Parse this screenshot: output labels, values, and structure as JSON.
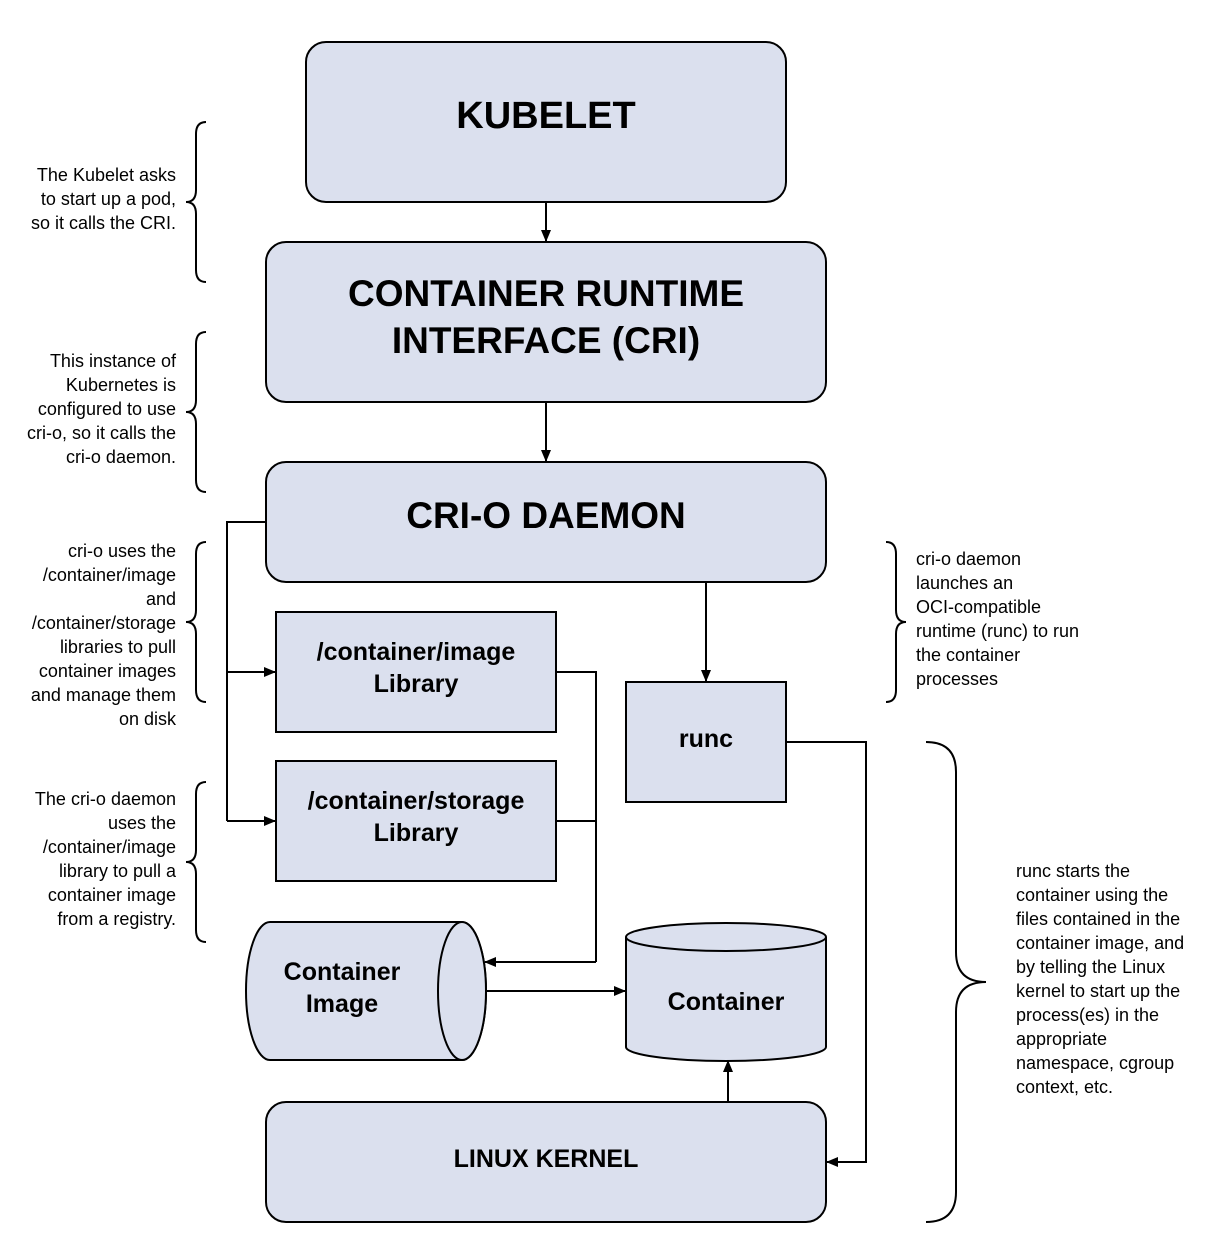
{
  "colors": {
    "box_fill": "#dbe0ee",
    "stroke": "#000000",
    "background": "#ffffff"
  },
  "nodes": {
    "kubelet": "KUBELET",
    "cri": [
      "CONTAINER RUNTIME",
      "INTERFACE (CRI)"
    ],
    "crio_daemon": "CRI-O DAEMON",
    "image_library": [
      "/container/image",
      "Library"
    ],
    "storage_library": [
      "/container/storage",
      "Library"
    ],
    "runc": "runc",
    "container_image": [
      "Container",
      "Image"
    ],
    "container": "Container",
    "linux_kernel": "LINUX KERNEL"
  },
  "annotations": {
    "kubelet_note": [
      "The Kubelet asks",
      "to start up a pod,",
      "so it calls the CRI."
    ],
    "cri_note": [
      "This instance of",
      "Kubernetes is",
      "configured to use",
      "cri-o, so it calls the",
      "cri-o daemon."
    ],
    "libraries_note": [
      "cri-o uses the",
      "/container/image",
      "and",
      "/container/storage",
      "libraries to pull",
      "container images",
      "and manage them",
      "on disk"
    ],
    "registry_note": [
      "The cri-o daemon",
      "uses the",
      "/container/image",
      "library to pull a",
      "container image",
      "from a registry."
    ],
    "runc_launch_note": [
      "cri-o daemon",
      "launches an",
      "OCI-compatible",
      "runtime (runc) to run",
      "the container",
      "processes"
    ],
    "runc_start_note": [
      "runc starts the",
      "container using the",
      "files contained in the",
      "container image, and",
      "by telling the Linux",
      "kernel to start up the",
      "process(es) in the",
      "appropriate",
      "namespace, cgroup",
      "context, etc."
    ]
  }
}
